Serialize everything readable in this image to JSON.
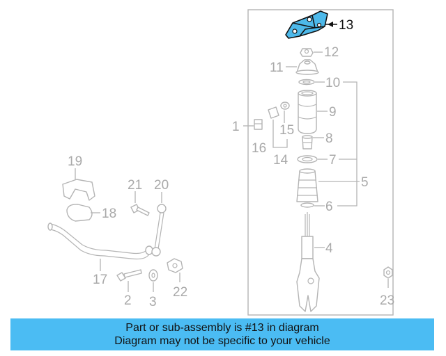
{
  "callouts": {
    "c1": "1",
    "c2": "2",
    "c3": "3",
    "c4": "4",
    "c5": "5",
    "c6": "6",
    "c7": "7",
    "c8": "8",
    "c9": "9",
    "c10": "10",
    "c11": "11",
    "c12": "12",
    "c13": "13",
    "c14": "14",
    "c15": "15",
    "c16": "16",
    "c17": "17",
    "c18": "18",
    "c19": "19",
    "c20": "20",
    "c21": "21",
    "c22": "22",
    "c23": "23"
  },
  "highlighted_part": "13",
  "colors": {
    "highlight_fill": "#4db9ea",
    "banner_bg": "#4bbcf3",
    "line_gray": "#b4b4b4"
  },
  "banner": {
    "line1": "Part or sub-assembly is #13 in diagram",
    "line2": "Diagram may not be specific to your vehicle"
  }
}
